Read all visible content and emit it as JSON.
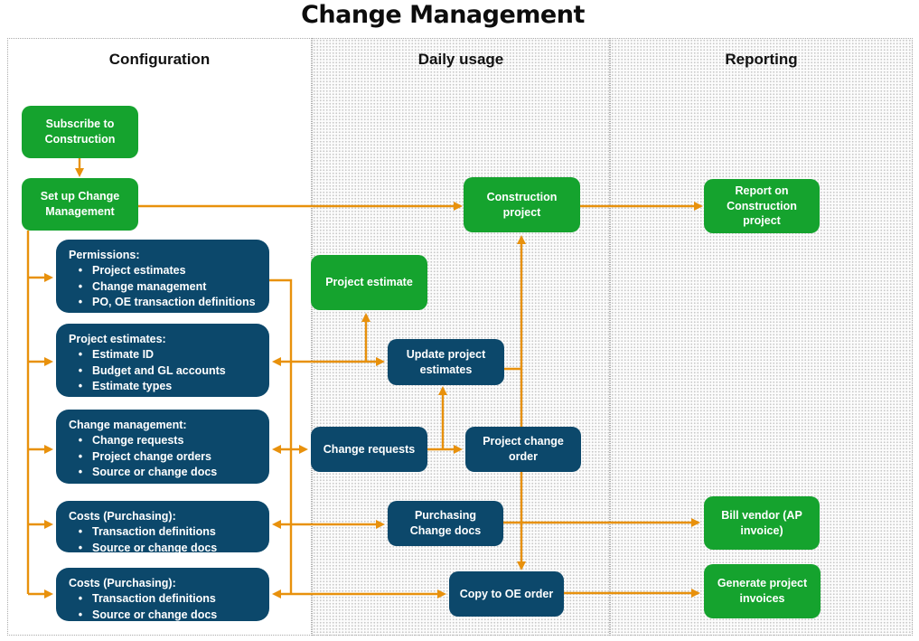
{
  "title": "Change Management",
  "colors": {
    "green": "#15A32E",
    "blue": "#0C486B",
    "orange": "#E8910C",
    "border": "#ABABAB",
    "dot": "#C9C9C9"
  },
  "bullet_char": "•",
  "columns": [
    {
      "label": "Configuration"
    },
    {
      "label": "Daily usage"
    },
    {
      "label": "Reporting"
    }
  ],
  "nodes": {
    "subscribe": {
      "label": "Subscribe to Construction"
    },
    "setup": {
      "label": "Set up Change Management"
    },
    "construction": {
      "label": "Construction project"
    },
    "project_estimate": {
      "label": "Project estimate"
    },
    "update_estimates": {
      "label": "Update project estimates"
    },
    "change_requests": {
      "label": "Change requests"
    },
    "project_change_order": {
      "label": "Project change order"
    },
    "purchasing_docs": {
      "label": "Purchasing Change docs"
    },
    "copy_oe": {
      "label": "Copy to OE order"
    },
    "report_construction": {
      "label": "Report on Construction project"
    },
    "bill_vendor": {
      "label": "Bill vendor (AP invoice)"
    },
    "generate_invoices": {
      "label": "Generate project invoices"
    }
  },
  "config_boxes": [
    {
      "title": "Permissions:",
      "bullets": [
        "Project estimates",
        "Change management",
        "PO, OE transaction definitions"
      ]
    },
    {
      "title": "Project estimates:",
      "bullets": [
        "Estimate ID",
        "Budget and GL accounts",
        "Estimate types"
      ]
    },
    {
      "title": "Change management:",
      "bullets": [
        "Change requests",
        "Project change orders",
        "Source or change docs"
      ]
    },
    {
      "title": "Costs (Purchasing):",
      "bullets": [
        "Transaction definitions",
        "Source or change docs"
      ]
    },
    {
      "title": "Costs (Purchasing):",
      "bullets": [
        "Transaction definitions",
        "Source or change docs"
      ]
    }
  ]
}
